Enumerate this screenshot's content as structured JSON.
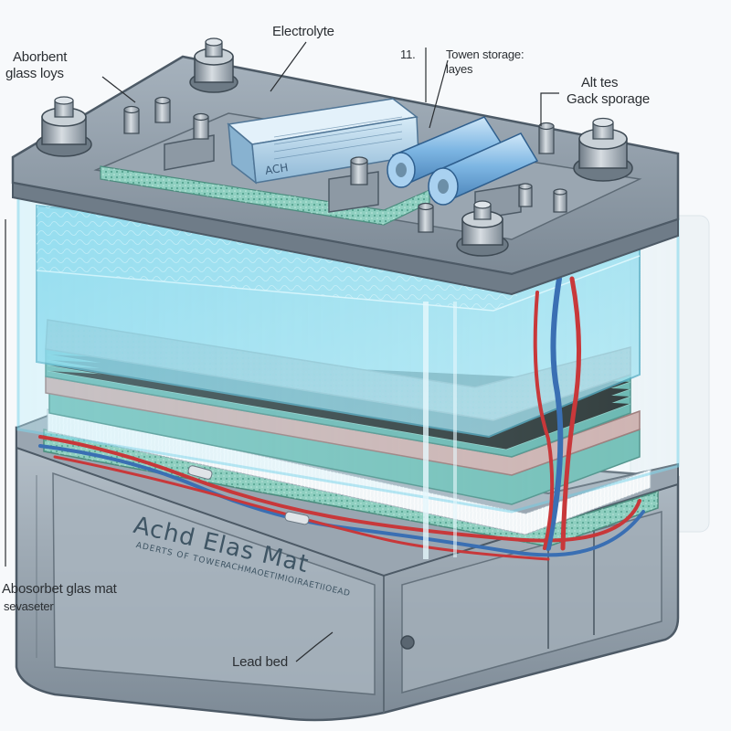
{
  "colors": {
    "case": "#8a97a3",
    "case_dark": "#5f6d79",
    "glass": "#7fd6ec",
    "electrolyte": "#4fc3df",
    "mat_pink": "#c9a3a0",
    "mat_teal": "#5bb3a8",
    "lead_bed": "#8fcfc0",
    "wire_red": "#c8383a",
    "wire_blue": "#3a6fb3",
    "cell_blue": "#8fc4ec",
    "background": "#f7f9fb"
  },
  "labels": {
    "absorbent_glass_layers_1": "Aborbent",
    "absorbent_glass_layers_2": "glass loys",
    "electrolyte": "Electrolyte",
    "number_marker": "11.",
    "power_storage_1": "Towen storage:",
    "power_storage_2": "layes",
    "alt_storage_1": "Alt tes",
    "alt_storage_2": "Gack sporage",
    "absorbent_glass_mat_1": "Abosorbet glas mat",
    "absorbent_glass_mat_2": "sevaseter",
    "lead_bed": "Lead bed"
  },
  "module_label": "ACH",
  "etched": {
    "title": "Achd Elas Mat",
    "subtitle_1": "ADERTS OF TOWER",
    "subtitle_2": "ACHMAOETIMIOIRAETIIOEAD"
  },
  "icons": [
    "battery-case",
    "terminal-post",
    "cylindrical-cell",
    "wire"
  ]
}
